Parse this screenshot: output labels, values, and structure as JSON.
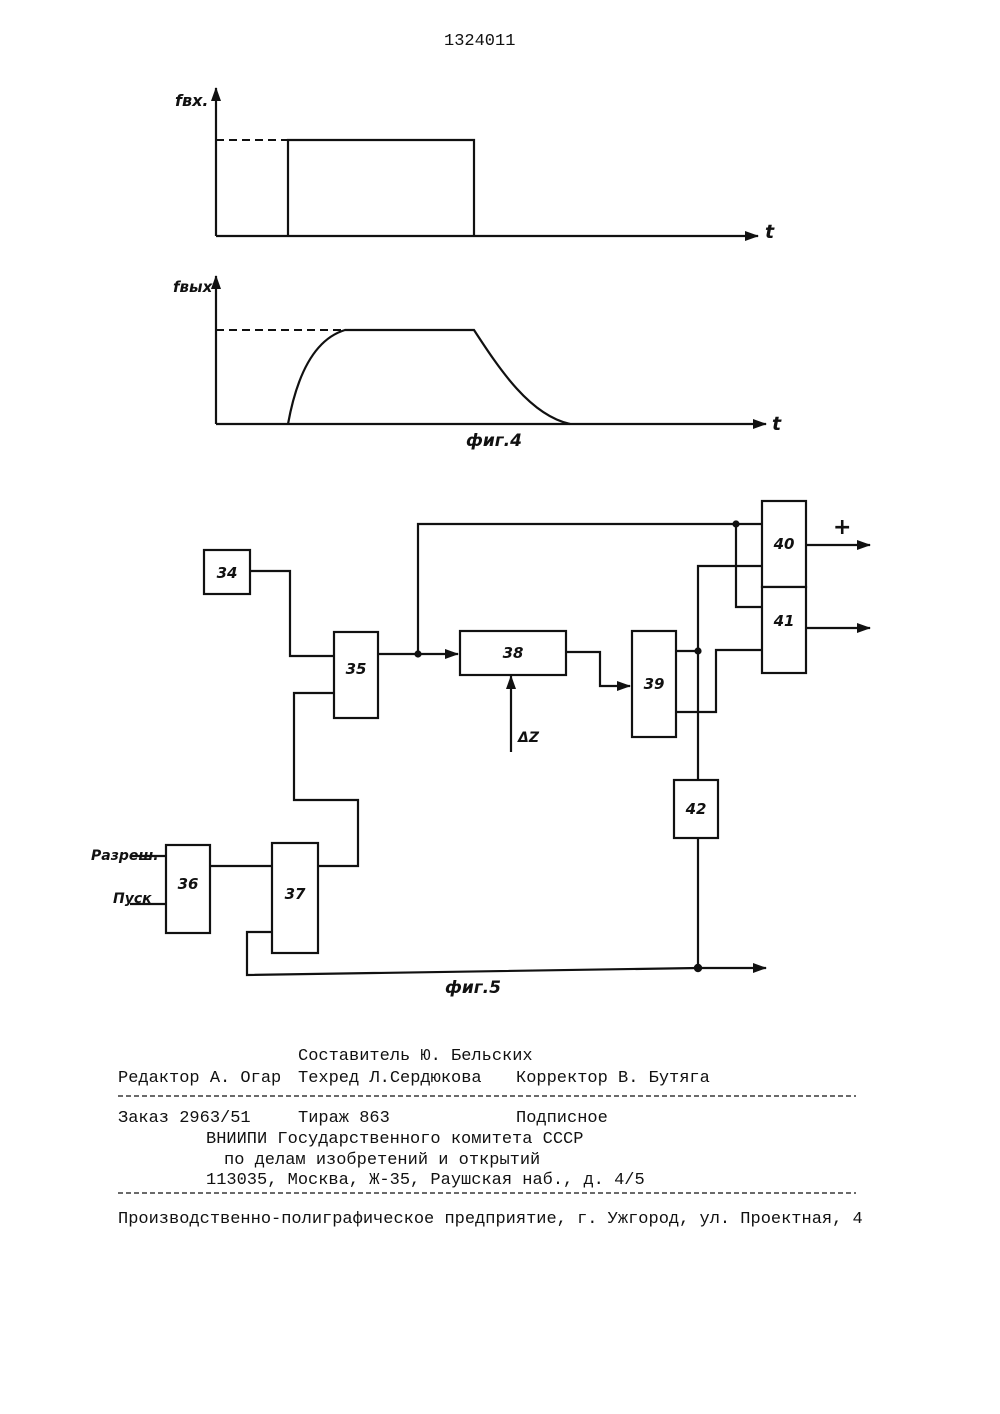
{
  "patent_number": "1324011",
  "fig4": {
    "top_axis_label": "fвх.",
    "bottom_axis_label": "fвых",
    "t_label_top": "t",
    "t_label_bottom": "t",
    "caption": "фиг.4"
  },
  "fig5": {
    "blocks": [
      "34",
      "35",
      "36",
      "37",
      "38",
      "39",
      "40",
      "41",
      "42"
    ],
    "input_label_1": "Разреш.",
    "input_label_2": "Пуск",
    "delta_label": "ΔZ",
    "plus_label": "+",
    "caption": "фиг.5"
  },
  "imprint": {
    "compiler": "Составитель Ю. Бельских",
    "editor": "Редактор А. Огар",
    "techred": "Техред Л.Сердюкова",
    "corrector": "Корректор В. Бутяга",
    "order": "Заказ 2963/51",
    "circulation": "Тираж 863",
    "subscription": "Подписное",
    "org_line1": "ВНИИПИ Государственного комитета СССР",
    "org_line2": "по делам изобретений и открытий",
    "org_line3": "113035, Москва, Ж-35, Раушская наб., д. 4/5",
    "printer": "Производственно-полиграфическое предприятие, г. Ужгород, ул. Проектная, 4"
  }
}
